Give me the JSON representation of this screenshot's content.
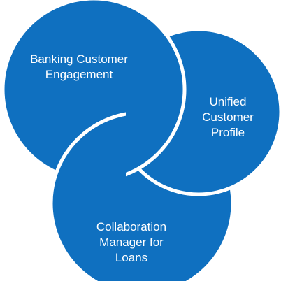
{
  "diagram": {
    "colors": {
      "fill": "#0f70c0",
      "stroke": "#ffffff",
      "background": "#ffffff"
    },
    "circles": [
      {
        "id": "banking-customer-engagement",
        "lines": [
          "Banking Customer",
          "Engagement"
        ]
      },
      {
        "id": "unified-customer-profile",
        "lines": [
          "Unified",
          "Customer",
          "Profile"
        ]
      },
      {
        "id": "collaboration-manager-for-loans",
        "lines": [
          "Collaboration",
          "Manager for",
          "Loans"
        ]
      }
    ]
  }
}
